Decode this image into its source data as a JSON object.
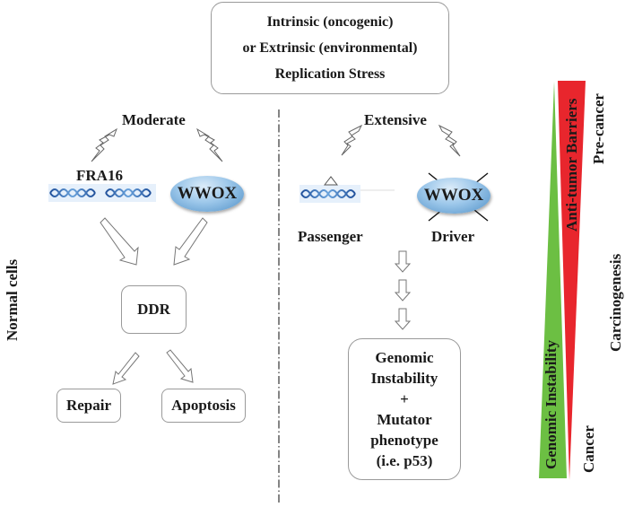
{
  "top_box": {
    "line1": "Intrinsic (oncogenic)",
    "line2": "or Extrinsic (environmental)",
    "line3": "Replication Stress"
  },
  "left_panel": {
    "side_label": "Normal cells",
    "stress_level": "Moderate",
    "fragile_site_label": "FRA16",
    "gene_label": "WWOX",
    "ddr_label": "DDR",
    "repair_label": "Repair",
    "apoptosis_label": "Apoptosis"
  },
  "right_panel": {
    "stress_level": "Extensive",
    "passenger_label": "Passenger",
    "driver_label": "Driver",
    "gene_label": "WWOX",
    "outcome_lines": [
      "Genomic",
      "Instability",
      "+",
      "Mutator",
      "phenotype",
      "(i.e. p53)"
    ]
  },
  "gradient_legend": {
    "green_wedge_label": "Genomic Instability",
    "red_wedge_label": "Anti-tumor Barriers",
    "pre_cancer_label": "Pre-cancer",
    "cancer_label": "Cancer",
    "axis_label": "Carcinogenesis",
    "colors": {
      "green": "#6cbf43",
      "red": "#e8262d"
    }
  }
}
